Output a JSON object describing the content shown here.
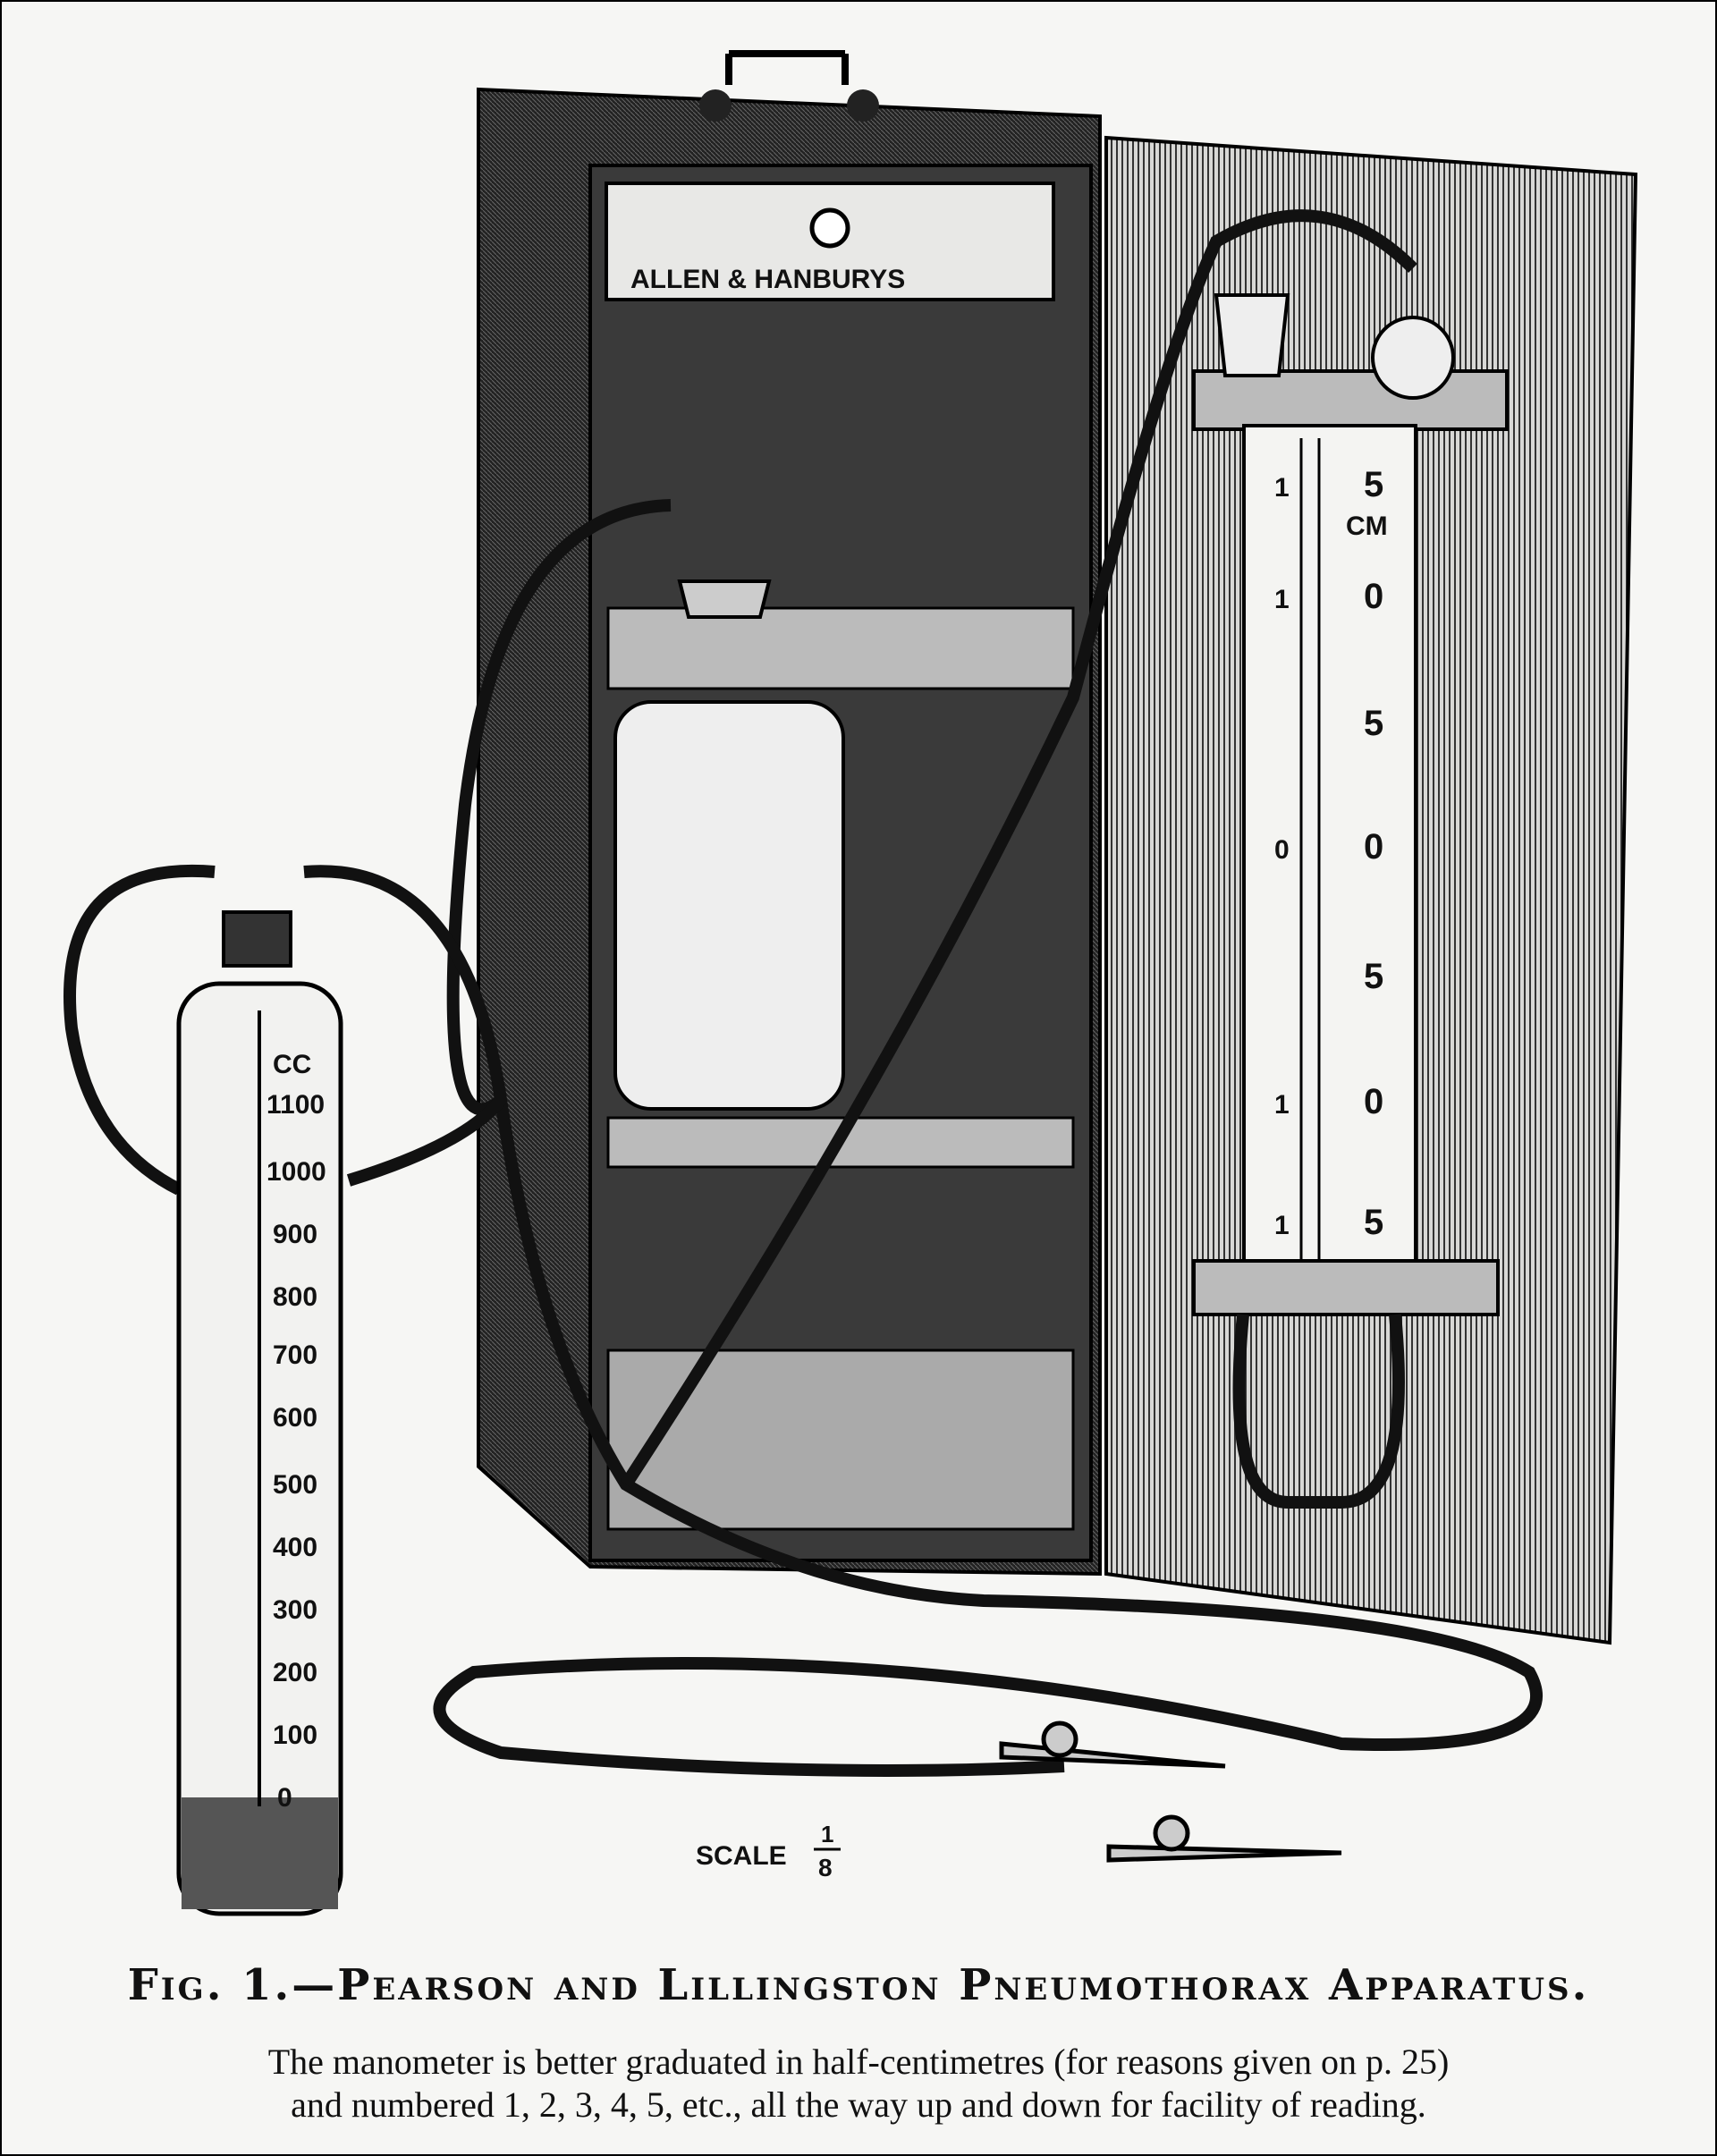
{
  "figure": {
    "case_label": "ALLEN & HANBURYS",
    "manometer": {
      "unit": "CM",
      "left_marks": [
        "1",
        "1",
        "0",
        "1",
        "1"
      ],
      "right_numbers": [
        "5",
        "0",
        "5",
        "0",
        "5",
        "0",
        "5"
      ]
    },
    "cylinder": {
      "unit": "CC",
      "graduations": [
        "1100",
        "1000",
        "900",
        "800",
        "700",
        "600",
        "500",
        "400",
        "300",
        "200",
        "100",
        "0"
      ]
    },
    "scale": {
      "label": "SCALE",
      "numerator": "1",
      "denominator": "8"
    }
  },
  "caption": {
    "title": "Fig. 1.—Pearson and Lillingston Pneumothorax Apparatus.",
    "line1": "The manometer is better graduated in half-centimetres (for reasons given on p. 25)",
    "line2": "and numbered 1, 2, 3, 4, 5, etc., all the way up and down for facility of reading."
  }
}
